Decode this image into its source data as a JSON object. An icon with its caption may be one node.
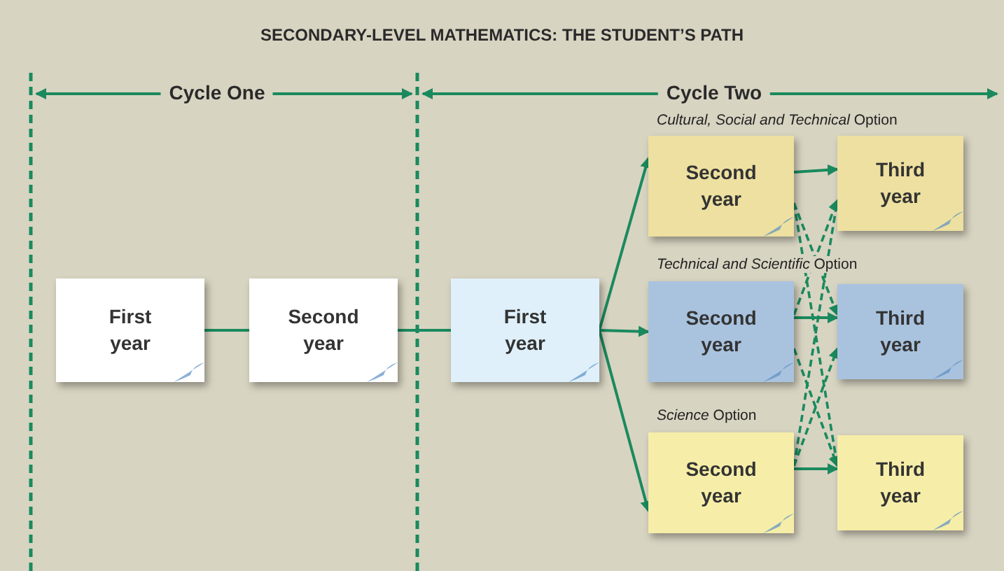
{
  "diagram": {
    "title": "SECONDARY-LEVEL MATHEMATICS: THE STUDENT’S PATH",
    "nodes": [
      {
        "text": [
          "First year"
        ]
      },
      {
        "text": [
          "Second year"
        ]
      },
      {
        "text": [
          "First year"
        ]
      },
      {
        "text": [
          "Second year"
        ],
        "beside": [
          "*Cultural, Social and Technical* Option"
        ]
      },
      {
        "text": [
          "Third year"
        ]
      },
      {
        "text": [
          "Second year"
        ],
        "beside": [
          "*Technical and Scientific* Option"
        ]
      },
      {
        "text": [
          "Third year"
        ]
      },
      {
        "text": [
          "Second year"
        ],
        "beside": [
          "*Science* Option"
        ]
      },
      {
        "text": [
          "Third year"
        ]
      }
    ],
    "edges": [
      {
        "from": 0,
        "to": 1,
        "arrow": "none"
      },
      {
        "from": 1,
        "to": 2,
        "arrow": "none"
      },
      {
        "from": 2,
        "to": 3,
        "arrow": "to"
      },
      {
        "from": 2,
        "to": 5,
        "arrow": "to"
      },
      {
        "from": 2,
        "to": 7,
        "arrow": "to"
      },
      {
        "from": 3,
        "to": 4,
        "arrow": "to"
      },
      {
        "from": 5,
        "to": 6,
        "arrow": "to"
      },
      {
        "from": 7,
        "to": 8,
        "arrow": "to"
      },
      {
        "from": 3,
        "to": 6,
        "arrow": "to",
        "style": "dashed"
      },
      {
        "from": 3,
        "to": 8,
        "arrow": "to",
        "style": "dashed"
      },
      {
        "from": 5,
        "to": 4,
        "arrow": "to",
        "style": "dashed"
      },
      {
        "from": 5,
        "to": 8,
        "arrow": "to",
        "style": "dashed"
      },
      {
        "from": 7,
        "to": 4,
        "arrow": "to",
        "style": "dashed"
      },
      {
        "from": 7,
        "to": 6,
        "arrow": "to",
        "style": "dashed"
      }
    ],
    "labels": [
      "Cycle One",
      "Cycle Two"
    ]
  }
}
